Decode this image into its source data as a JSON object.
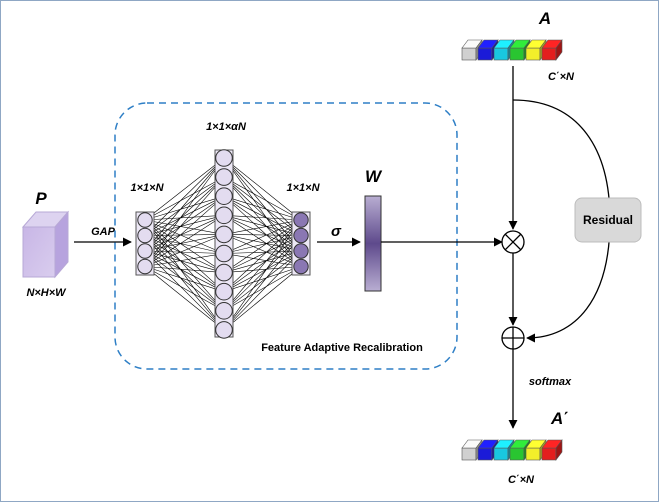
{
  "input": {
    "symbol": "P",
    "dims": "N×H×W",
    "op": "GAP"
  },
  "module": {
    "caption": "Feature Adaptive Recalibration",
    "layer_in": "1×1×N",
    "layer_hidden": "1×1×αN",
    "layer_out": "1×1×N",
    "activation": "σ",
    "weight": "W"
  },
  "attention_in": {
    "symbol": "A",
    "dims": "C΄×N"
  },
  "attention_out": {
    "symbol": "A΄",
    "dims": "C΄×N"
  },
  "residual_label": "Residual",
  "softmax_label": "softmax",
  "colors": {
    "neuron_light": "#e3dcf0",
    "neuron_dark": "#8a77b3",
    "dashed_box": "#2e7fc6",
    "bar_palette": [
      "#d0d0d0",
      "#1b1bd8",
      "#19c8e0",
      "#29c531",
      "#f2ef2a",
      "#e41e1e"
    ]
  }
}
